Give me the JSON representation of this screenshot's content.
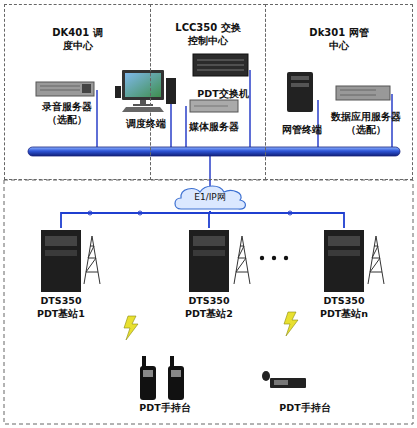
{
  "diagram": {
    "nodes": [
      {
        "text": [
          "DK401 调度中心"
        ]
      },
      {
        "text": [
          "录音服务器 （选配）"
        ],
        "in": 0
      },
      {
        "text": [
          "调度终端"
        ],
        "in": 0
      },
      {
        "text": [
          "LCC350 交换控制中心"
        ]
      },
      {
        "text": [
          "PDT交换机"
        ],
        "in": 3
      },
      {
        "text": [
          "媒体服务器"
        ],
        "in": 3
      },
      {
        "text": [
          "Dk301 网管中心"
        ]
      },
      {
        "text": [
          "网管终端"
        ],
        "in": 6
      },
      {
        "text": [
          "数据应用服务器 （选配）"
        ],
        "in": 6
      },
      {
        "text": [
          "E1/IP网"
        ]
      },
      {
        "text": [
          "DTS350 PDT基站1"
        ]
      },
      {
        "text": [
          "DTS350 PDT基站2"
        ]
      },
      {
        "text": [
          "DTS350 PDT基站n"
        ]
      },
      {
        "text": [
          "PDT手持台"
        ]
      },
      {
        "text": [
          "PDT手持台"
        ]
      }
    ],
    "edges": [
      {
        "from": 9,
        "to": 10,
        "arrow": "none"
      },
      {
        "from": 9,
        "to": 11,
        "arrow": "none"
      },
      {
        "from": 9,
        "to": 12,
        "arrow": "none"
      }
    ]
  }
}
